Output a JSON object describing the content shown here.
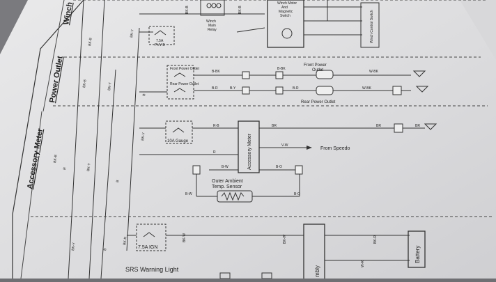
{
  "sections": {
    "winch": "Winch",
    "power_outlet": "Power Outlet",
    "accessory_meter": "Accessory Meter"
  },
  "components": {
    "winch_motor_relay": [
      "Winch Motor",
      "And",
      "Magnetic",
      "Switch"
    ],
    "winch_main_relay": [
      "Winch",
      "Main",
      "Relay"
    ],
    "winch_control_switch": "Winch Control Switch",
    "fuse_winch": [
      "7.5A",
      "PVV-B"
    ],
    "front_power_outlet_relay": "Front Power Outlet",
    "rear_power_outlet_relay": "Rear Power Outlet",
    "front_power_outlet": [
      "Front Power",
      "Outlet"
    ],
    "rear_power_outlet": "Rear Power Outlet",
    "fuse_gauge": "10A Gauge",
    "accessory_meter": "Accessory Meter",
    "from_speedo": "From Speedo",
    "outer_ambient_sensor": [
      "Outer Ambient",
      "Temp. Sensor"
    ],
    "fuse_ign": "7.5A IGN",
    "srs_warning_light": "SRS Warning Light",
    "battery": "Battery",
    "assembly_partial": "mbly"
  },
  "wire_labels": {
    "bk_b_top": "BK-B",
    "bk_y_1": "BK-Y",
    "bk_b_2": "BK-B",
    "bk_y_2": "BK-Y",
    "b_1": "B",
    "bk_y_3": "BK-Y",
    "r_b": "R-B",
    "r": "R",
    "br_1": "BR",
    "br_2": "BR",
    "br_3": "BR",
    "v_w": "V-W",
    "b_w": "B-W",
    "b_o": "B-O",
    "b_w2": "B-W",
    "b_o2": "B-O",
    "b_r": "B-R",
    "b_bk": "B-BK",
    "b_bk2": "B-BK",
    "w_bk": "W-BK",
    "b_r2": "B-R",
    "b_y": "B-Y",
    "w_bk2": "W-BK",
    "bk_b_left": "BK-B",
    "r_left": "R",
    "bk_y_left": "BK-Y",
    "b_left": "B",
    "bk_y_bot": "BK-Y",
    "bk_r_bot": "BK-R",
    "b_bot": "B",
    "bk_w_bot": "BK-W",
    "bk_w_bot2": "BK-W",
    "bk_r_bot2": "BK-R",
    "w_r": "W-R",
    "bk_b_w": "BK-B",
    "bk_b_w2": "BK-B"
  }
}
